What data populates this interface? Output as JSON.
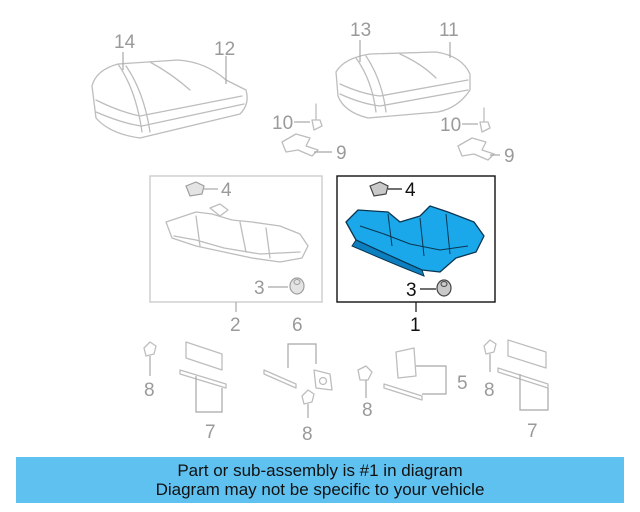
{
  "diagram": {
    "callouts": {
      "n14": "14",
      "n12": "12",
      "n13": "13",
      "n11": "11",
      "n10_left": "10",
      "n9_left": "9",
      "n10_right": "10",
      "n9_right": "9",
      "n4_left": "4",
      "n3_left": "3",
      "n2": "2",
      "n4_right": "4",
      "n3_right": "3",
      "n1": "1",
      "n6": "6",
      "n5": "5",
      "n8_a": "8",
      "n7_a": "7",
      "n8_b": "8",
      "n8_c": "8",
      "n8_d": "8",
      "n7_b": "7"
    },
    "highlight_color": "#1aa8ea",
    "highlighted_part": "1"
  },
  "banner": {
    "line1": "Part or sub-assembly is #1 in diagram",
    "line2": "Diagram may not be specific to your vehicle",
    "color": "#5fc1f0"
  }
}
